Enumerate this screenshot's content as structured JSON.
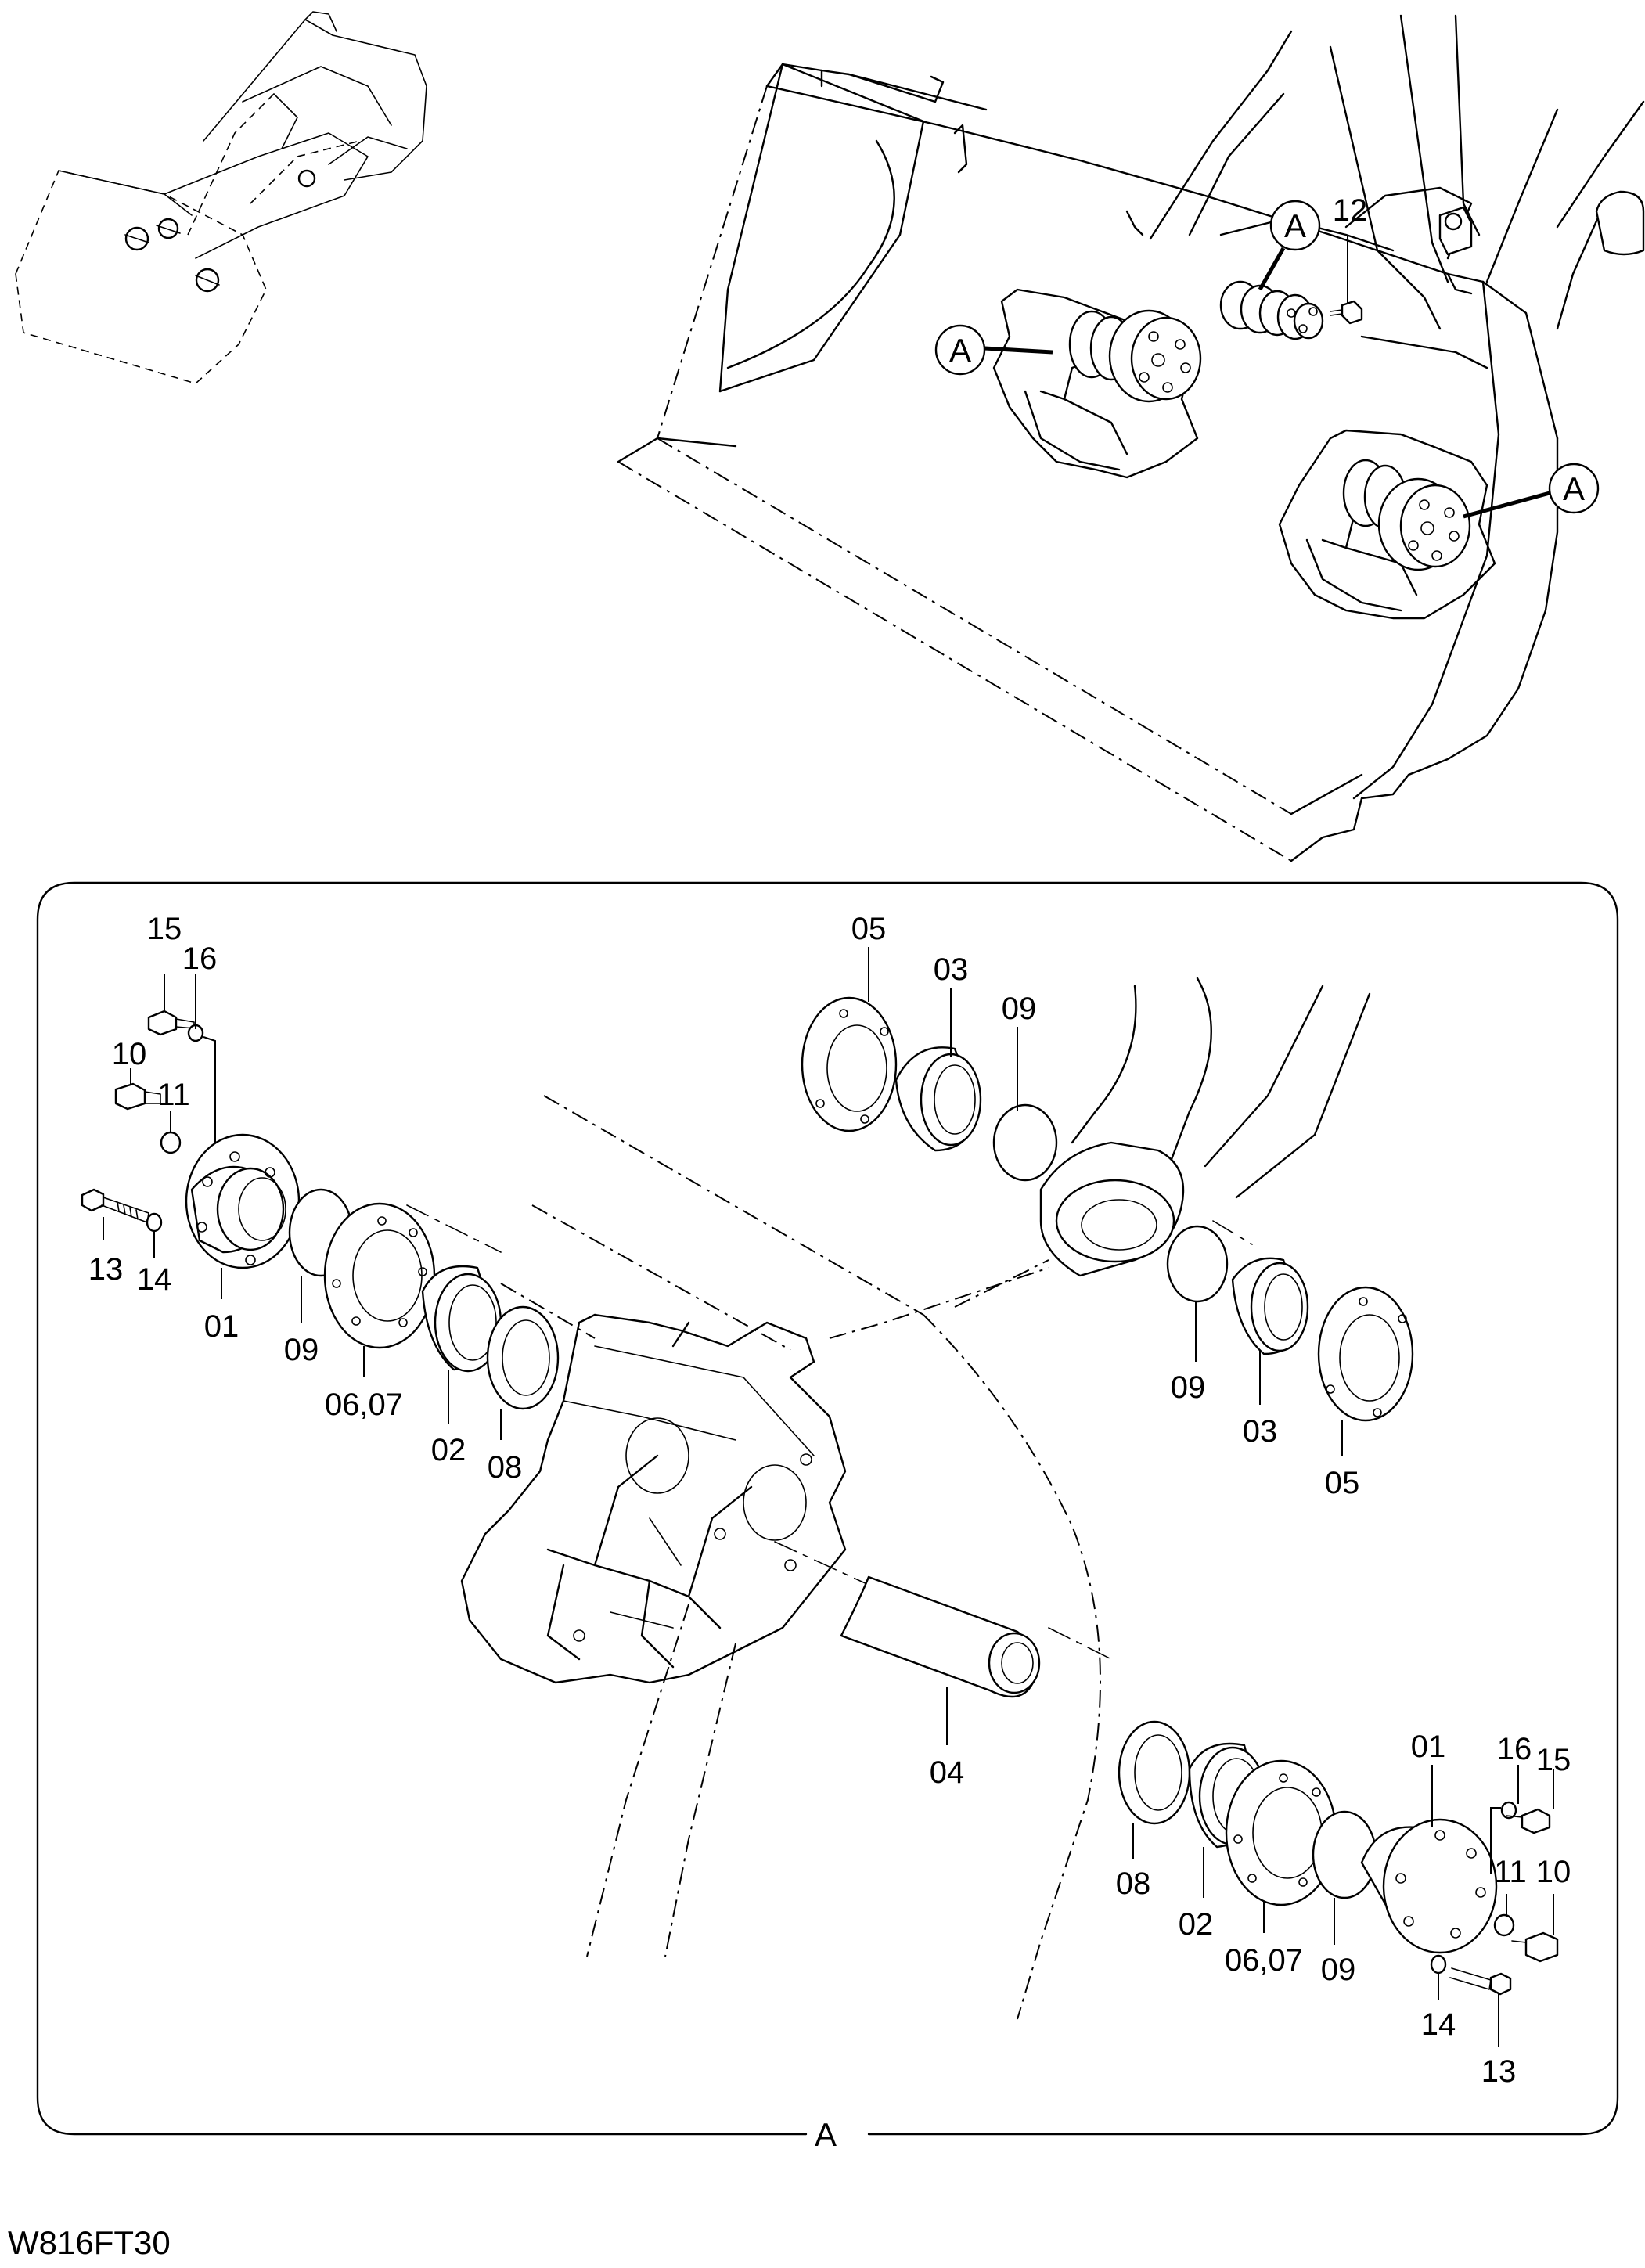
{
  "drawing": {
    "code": "W816FT30",
    "detail_label": "A",
    "overview_markers": [
      "A",
      "A",
      "A"
    ],
    "overview_part": "12"
  },
  "callouts": {
    "c01a": "01",
    "c09a": "09",
    "c0607a": "06,07",
    "c02a": "02",
    "c08a": "08",
    "c10a": "10",
    "c11a": "11",
    "c13a": "13",
    "c14a": "14",
    "c15a": "15",
    "c16a": "16",
    "c05top": "05",
    "c03top": "03",
    "c09top": "09",
    "c09mid": "09",
    "c03mid": "03",
    "c05mid": "05",
    "c04": "04",
    "c08b": "08",
    "c02b": "02",
    "c0607b": "06,07",
    "c09b": "09",
    "c01b": "01",
    "c16b": "16",
    "c15b": "15",
    "c11b": "11",
    "c10b": "10",
    "c14b": "14",
    "c13b": "13"
  },
  "colors": {
    "line": "#000000",
    "background": "#ffffff"
  }
}
